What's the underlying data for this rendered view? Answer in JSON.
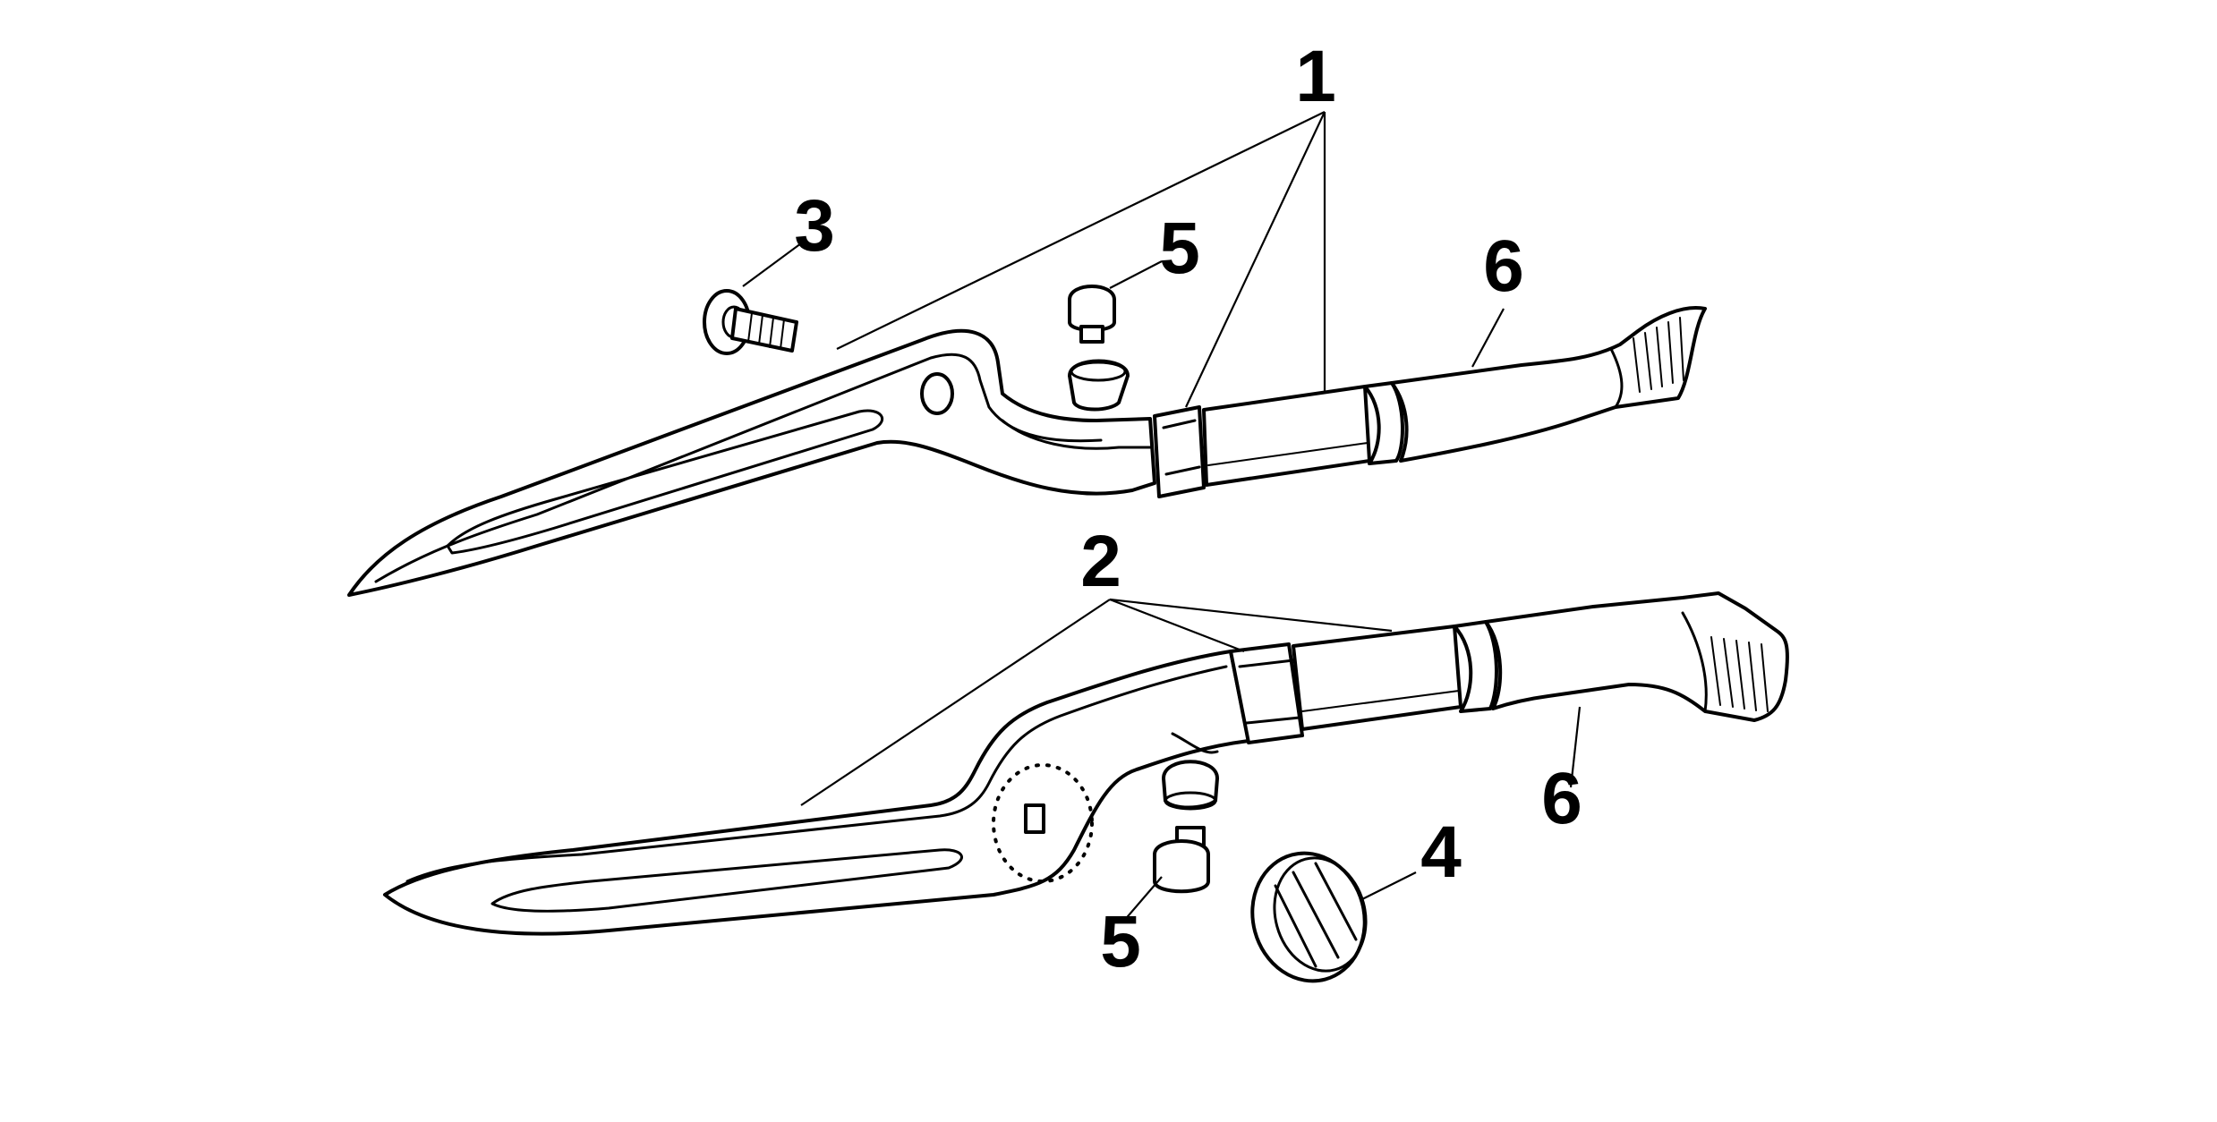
{
  "callouts": {
    "upper_blade_assembly": "1",
    "lower_blade_assembly": "2",
    "pivot_bolt": "3",
    "pivot_nut": "4",
    "bumper_stop": "5",
    "handle_grip": "6"
  }
}
